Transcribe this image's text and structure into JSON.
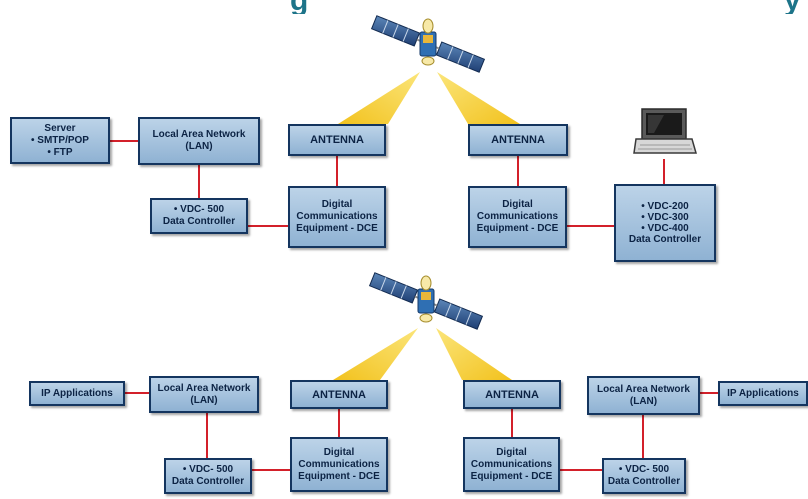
{
  "colors": {
    "box_fill_top": "#bcd3e8",
    "box_fill_bottom": "#8fb2d3",
    "box_border": "#14355f",
    "box_text": "#0c2344",
    "link_line": "#d3202a",
    "signal_beam": "#f7d23a",
    "title_partial": "#1d7489"
  },
  "top_section": {
    "server": "Server\n• SMTP/POP\n• FTP",
    "lan": "Local Area Network\n(LAN)",
    "vdc500": "• VDC- 500\nData Controller",
    "dce_left": "Digital\nCommunications\nEquipment - DCE",
    "antenna_left": "ANTENNA",
    "antenna_right": "ANTENNA",
    "dce_right": "Digital\nCommunications\nEquipment - DCE",
    "vdc_multi": "• VDC-200\n• VDC-300\n• VDC-400\nData Controller",
    "icons": [
      "satellite-icon",
      "laptop-icon"
    ]
  },
  "bottom_section": {
    "ip_left": "IP Applications",
    "lan_left": "Local Area Network\n(LAN)",
    "vdc_left": "• VDC- 500\nData Controller",
    "antenna_left": "ANTENNA",
    "dce_left": "Digital\nCommunications\nEquipment - DCE",
    "antenna_right": "ANTENNA",
    "dce_right": "Digital\nCommunications\nEquipment - DCE",
    "lan_right": "Local Area Network\n(LAN)",
    "vdc_right": "• VDC- 500\nData Controller",
    "ip_right": "IP Applications",
    "icons": [
      "satellite-icon"
    ]
  }
}
